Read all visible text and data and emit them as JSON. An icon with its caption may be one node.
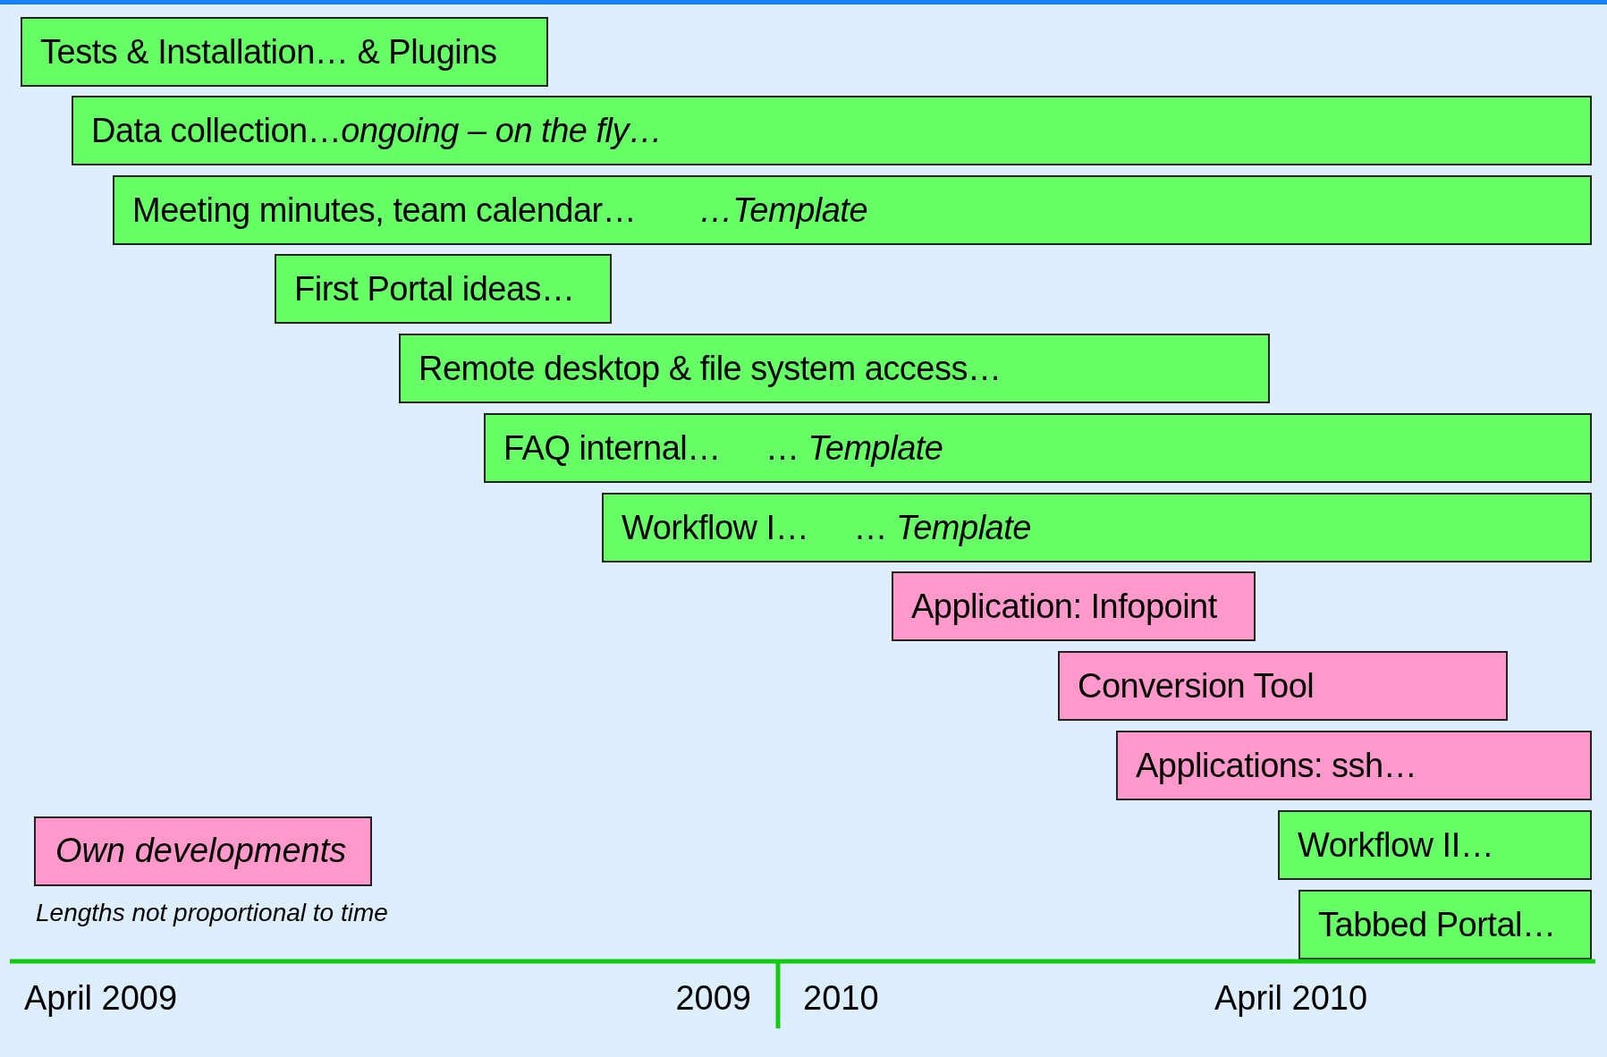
{
  "diagram": {
    "nodes": [
      {
        "text": [
          "Tests & Installation… & Plugins"
        ]
      },
      {
        "text": [
          "Data collection…*ongoing – on the fly…*"
        ]
      },
      {
        "text": [
          "Meeting minutes, team calendar…       *…Template*"
        ]
      },
      {
        "text": [
          "First Portal ideas…"
        ]
      },
      {
        "text": [
          "Remote desktop & file system access…"
        ]
      },
      {
        "text": [
          "FAQ internal…     … *Template*"
        ]
      },
      {
        "text": [
          "Workflow I…     … *Template*"
        ]
      },
      {
        "text": [
          "Application: Infopoint"
        ]
      },
      {
        "text": [
          "Conversion Tool"
        ]
      },
      {
        "text": [
          "Applications: ssh…"
        ]
      },
      {
        "text": [
          "Workflow II…"
        ]
      },
      {
        "text": [
          "Tabbed Portal…"
        ]
      }
    ],
    "labels": [
      "Lengths not proportional to time",
      "April 2009",
      "2009",
      "2010",
      "April 2010"
    ],
    "legend": [
      {
        "text": "Own developments",
        "color": "#ff99cc"
      }
    ]
  }
}
